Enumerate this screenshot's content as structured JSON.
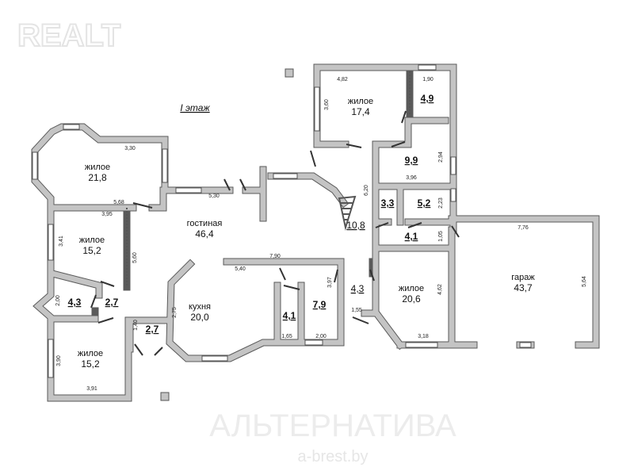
{
  "watermarks": {
    "logo": "REALT",
    "company": "АЛЬТЕРНАТИВА",
    "site": "a-brest.by"
  },
  "floor_title": "I этаж",
  "rooms": [
    {
      "name": "жилое",
      "area": "21,8"
    },
    {
      "name": "гостиная",
      "area": "46,4"
    },
    {
      "name": "жилое",
      "area": "17,4"
    },
    {
      "name": "",
      "area": "4,9"
    },
    {
      "name": "",
      "area": "9,9"
    },
    {
      "name": "",
      "area": "3,3"
    },
    {
      "name": "",
      "area": "5,2"
    },
    {
      "name": "",
      "area": "10,8"
    },
    {
      "name": "",
      "area": "4,1"
    },
    {
      "name": "жилое",
      "area": "15,2"
    },
    {
      "name": "",
      "area": "4,3"
    },
    {
      "name": "",
      "area": "2,7"
    },
    {
      "name": "",
      "area": "2,7"
    },
    {
      "name": "кухня",
      "area": "20,0"
    },
    {
      "name": "",
      "area": "4,1"
    },
    {
      "name": "",
      "area": "7,9"
    },
    {
      "name": "",
      "area": "4,3"
    },
    {
      "name": "жилое",
      "area": "20,6"
    },
    {
      "name": "гараж",
      "area": "43,7"
    },
    {
      "name": "жилое",
      "area": "15,2"
    }
  ],
  "dimensions": [
    "3,30",
    "5,30",
    "5,68",
    "3,95",
    "4,82",
    "1,90",
    "3,60",
    "2,94",
    "3,96",
    "6,20",
    "2,23",
    "1,05",
    "7,76",
    "5,64",
    "3,41",
    "5,60",
    "7,90",
    "5,40",
    "3,97",
    "4,62",
    "2,00",
    "2,75",
    "1,40",
    "1,55",
    "1,65",
    "2,00",
    "3,18",
    "3,90",
    "3,91"
  ]
}
